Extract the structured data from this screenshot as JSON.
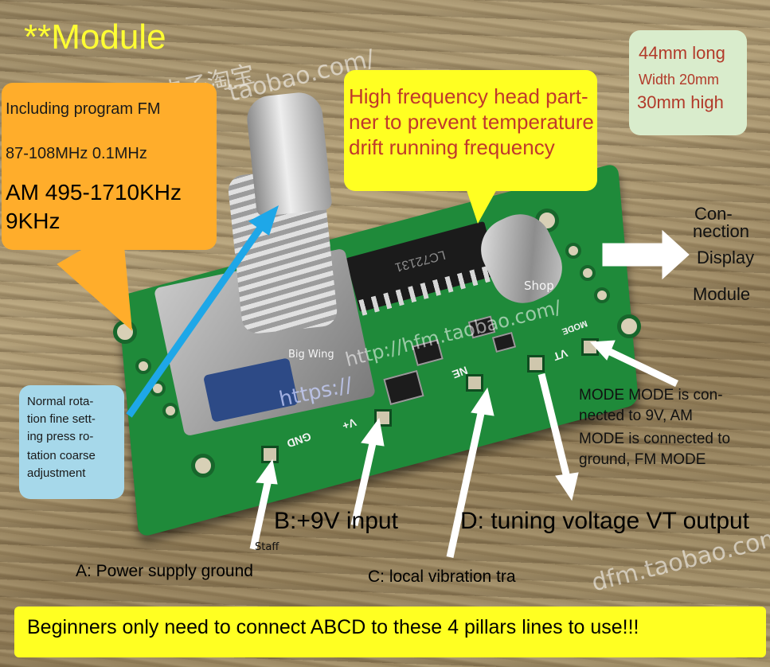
{
  "title": "**Module",
  "callouts": {
    "orange": {
      "line1": "Including program FM",
      "line2": "87-108MHz 0.1MHz",
      "line3": "AM 495-1710KHz",
      "line4": "9KHz"
    },
    "yellow": {
      "line1": "High frequency head part-",
      "line2": "ner to prevent temperature",
      "line3": "drift running frequency"
    },
    "size": {
      "line1": "44mm long",
      "line2": "Width 20mm",
      "line3": "30mm high"
    },
    "rotation": {
      "line1": "Normal rota-",
      "line2": "tion fine sett-",
      "line3": "ing press ro-",
      "line4": "tation coarse",
      "line5": "adjustment"
    }
  },
  "connection": {
    "line1": "Con-",
    "line2": "nection",
    "line3": "Display",
    "line4": "Module"
  },
  "mode_note": {
    "line1": "MODE MODE is con-",
    "line2": "nected to 9V, AM",
    "line3": "MODE is connected to",
    "line4": "ground, FM MODE"
  },
  "pins": {
    "a": "A: Power supply ground",
    "b": "B:+9V input",
    "c": "C: local vibration tra",
    "d": "D: tuning voltage VT output"
  },
  "bottom_banner": "Beginners only need to connect ABCD to these 4 pillars lines to use!!!",
  "board_labels": {
    "gnd": "GND",
    "vplus": "V+",
    "ne": "NE",
    "vt": "VT",
    "mode": "MODE",
    "chip_marking": "LC72131"
  },
  "watermarks": {
    "taobao1": "taobao.com/",
    "taobao2": "dfm.taobao.com/",
    "taobao3": "http://hfm.taobao.com/",
    "https": "https://",
    "big_wing": "Big Wing",
    "shop": "Shop",
    "staff": "Staff",
    "cjk": "电子淘宝"
  },
  "colors": {
    "title": "#ffff33",
    "orange_box": "#ffad2b",
    "yellow_box": "#ffff22",
    "size_box": "#d9eccc",
    "size_text": "#b23a2a",
    "rotation_box": "#a6d8ea",
    "arrow_blue": "#1ea7e8",
    "pcb": "#1f8a3a"
  }
}
